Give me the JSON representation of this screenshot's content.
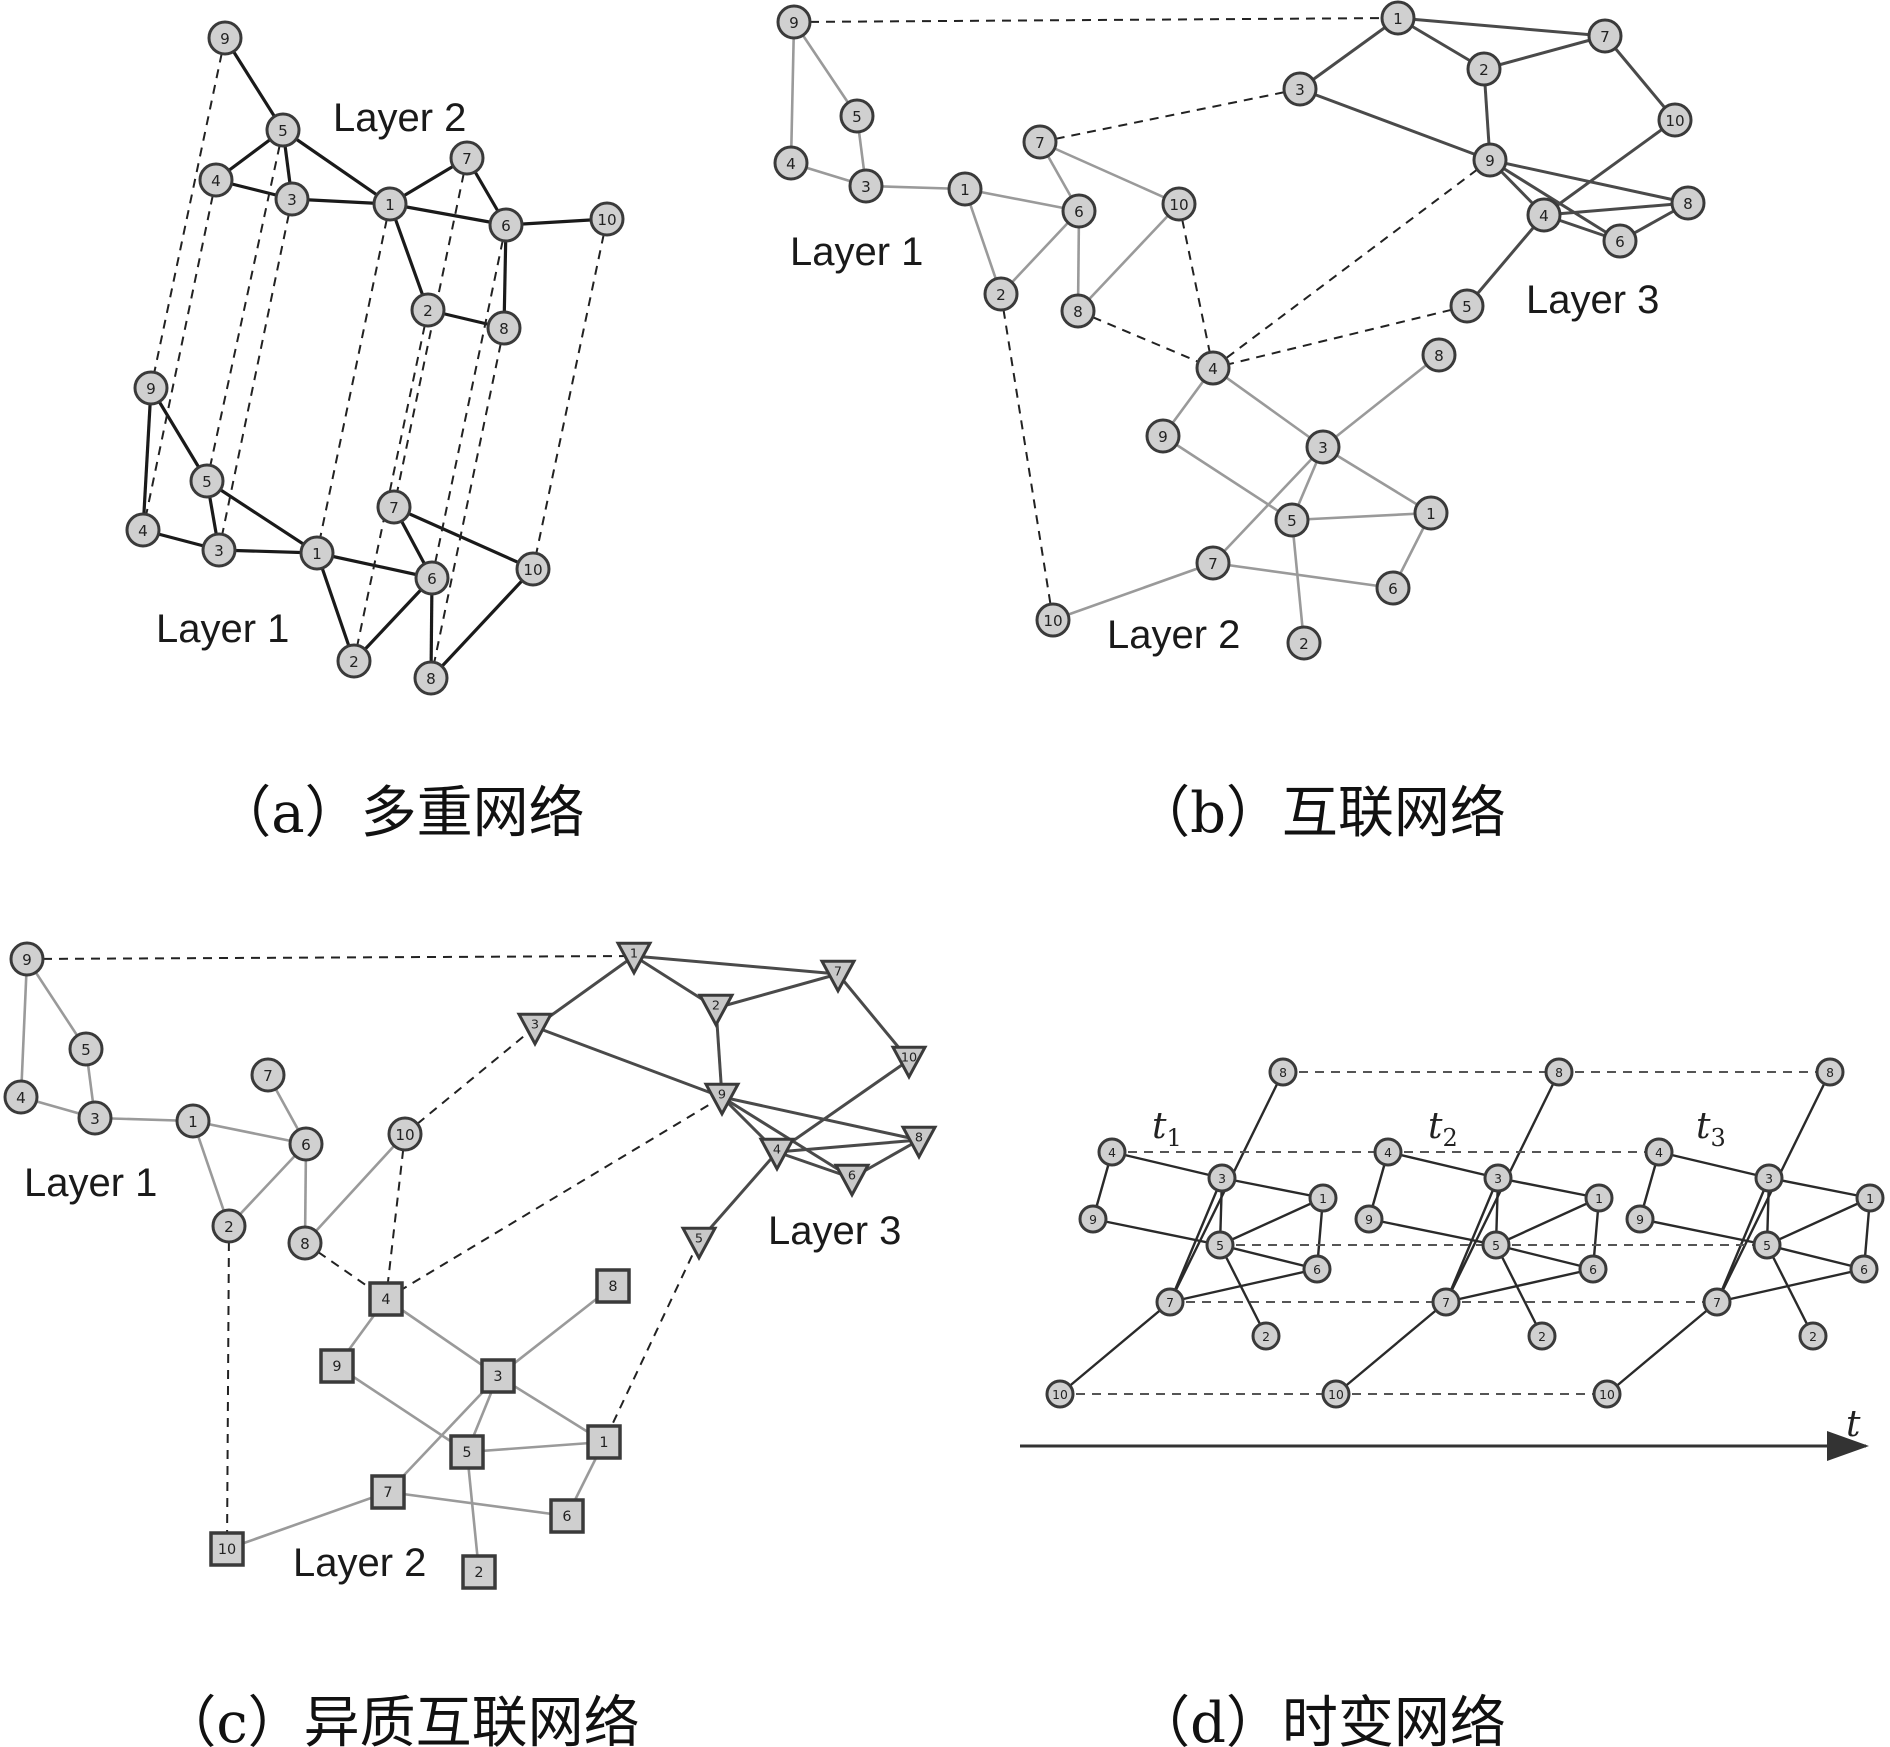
{
  "captions": {
    "a": "（a）多重网络",
    "b": "（b）互联网络",
    "c": "（c）异质互联网络",
    "d": "（d）时变网络"
  },
  "panel_a": {
    "layer_labels": [
      "Layer 2",
      "Layer 1"
    ],
    "layer_nodes": [
      "1",
      "2",
      "3",
      "4",
      "5",
      "6",
      "7",
      "8",
      "9",
      "10"
    ]
  },
  "panel_b": {
    "layer_labels": [
      "Layer 1",
      "Layer 3",
      "Layer 2"
    ]
  },
  "panel_c": {
    "layer_labels": [
      "Layer 1",
      "Layer 3",
      "Layer 2"
    ]
  },
  "panel_d": {
    "time_labels": [
      "t",
      "t",
      "t"
    ],
    "time_subscripts": [
      "1",
      "2",
      "3"
    ],
    "axis_label": "t",
    "snapshot_node_labels": [
      "8",
      "4",
      "3",
      "1",
      "9",
      "5",
      "6",
      "7",
      "2",
      "10"
    ]
  }
}
